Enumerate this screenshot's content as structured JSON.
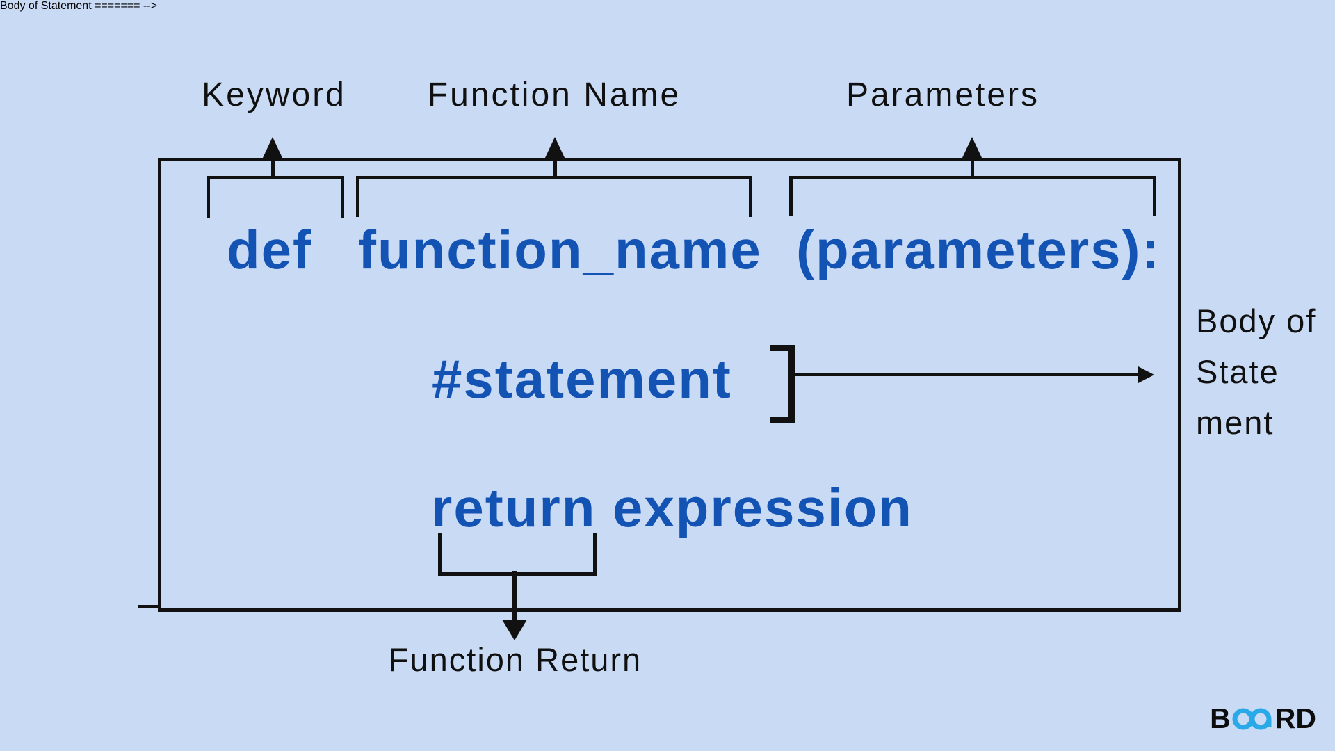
{
  "colors": {
    "background": "#c9daf5",
    "code_blue": "#1253b4",
    "line_black": "#111111",
    "logo_cyan": "#2aa9e9"
  },
  "top_labels": {
    "keyword": "Keyword",
    "function_name": "Function Name",
    "parameters": "Parameters"
  },
  "code": {
    "keyword": "def",
    "function_name": "function_name",
    "parameters": "(parameters):",
    "statement": "#statement",
    "return_statement": "return expression"
  },
  "annotations": {
    "body_of_statement": {
      "line1": "Body of",
      "line2": "State",
      "line3": "ment"
    },
    "function_return": "Function Return"
  },
  "logo": {
    "name": "BOARD",
    "prefix": "B",
    "suffix": "RD"
  }
}
